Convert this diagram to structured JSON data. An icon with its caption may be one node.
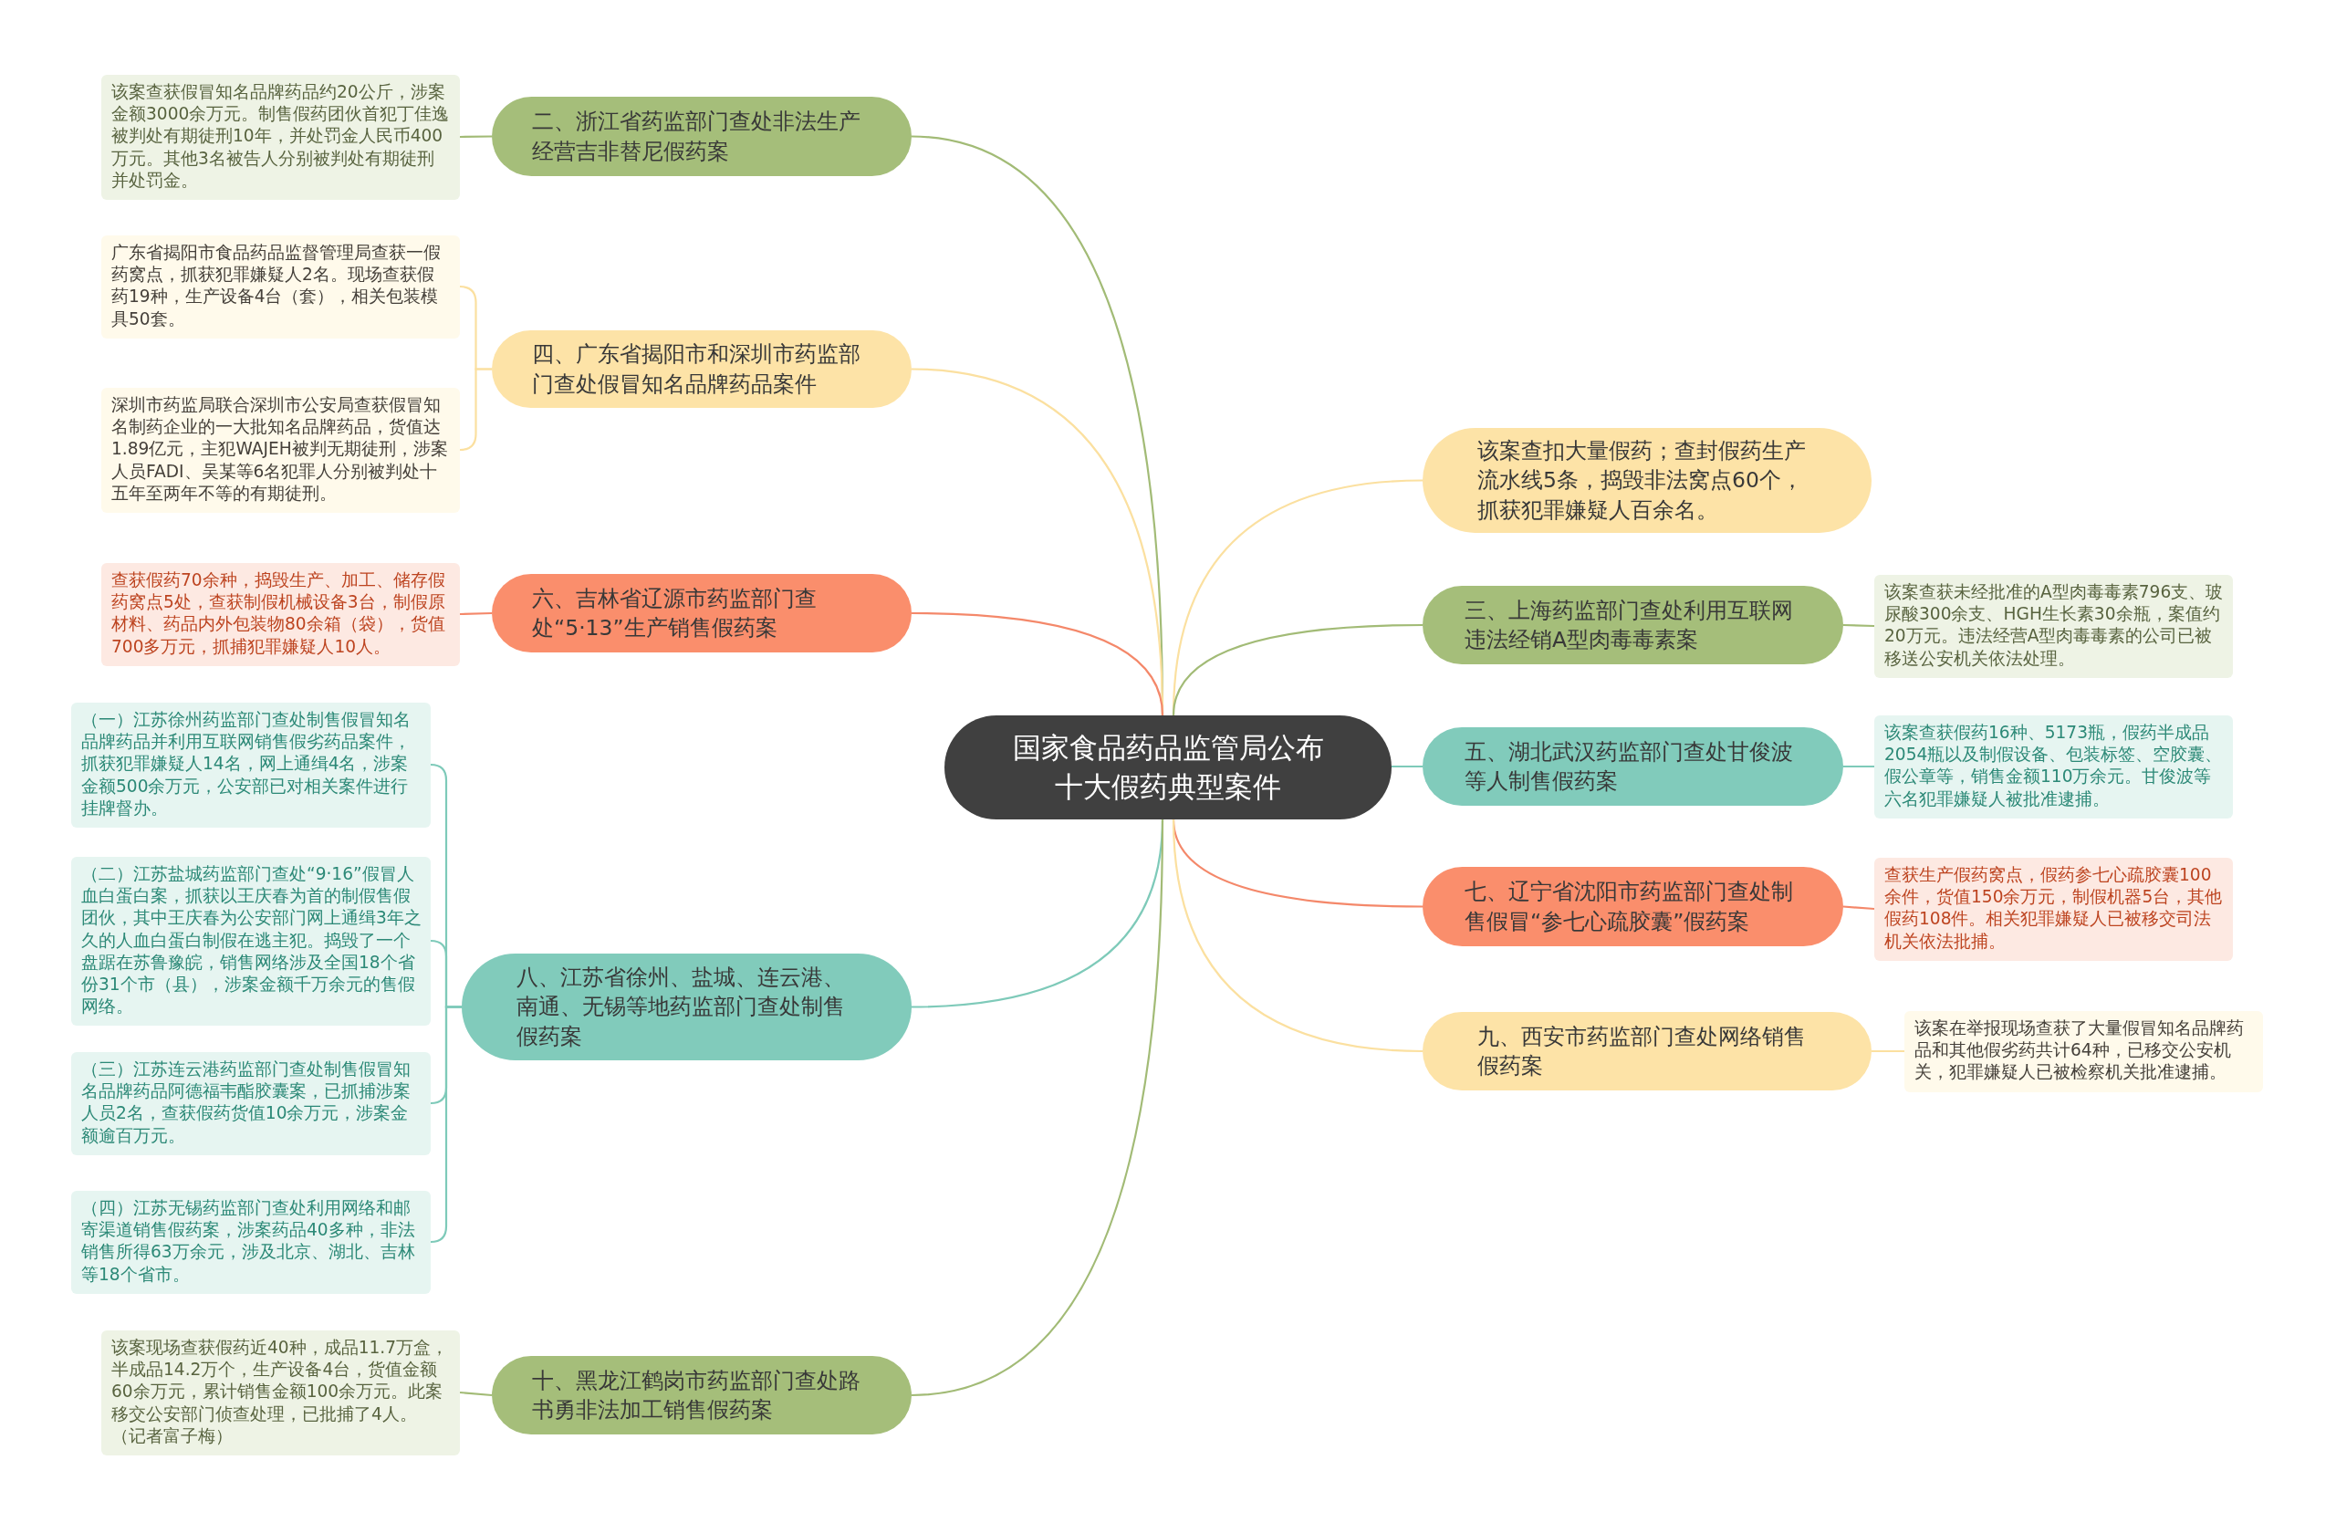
{
  "diagram": {
    "nodes": [
      {
        "text": [
          "国家食品药品监管局公布十大假药典型案件"
        ]
      },
      {
        "text": [
          "二、浙江省药监部门查处非法生产经营吉非替尼假药案"
        ]
      },
      {
        "text": [
          "该案查获假冒知名品牌药品约20公斤，涉案金额3000余万元。制售假药团伙首犯丁佳逸被判处有期徒刑10年，并处罚金人民币400万元。其他3名被告人分别被判处有期徒刑并处罚金。"
        ]
      },
      {
        "text": [
          "四、广东省揭阳市和深圳市药监部门查处假冒知名品牌药品案件"
        ]
      },
      {
        "text": [
          "广东省揭阳市食品药品监督管理局查获一假药窝点，抓获犯罪嫌疑人2名。现场查获假药19种，生产设备4台（套），相关包装模具50套。"
        ]
      },
      {
        "text": [
          "深圳市药监局联合深圳市公安局查获假冒知名制药企业的一大批知名品牌药品，货值达1.89亿元，主犯WAJEH被判无期徒刑，涉案人员FADI、吴某等6名犯罪人分别被判处十五年至两年不等的有期徒刑。"
        ]
      },
      {
        "text": [
          "六、吉林省辽源市药监部门查处“5·13”生产销售假药案"
        ]
      },
      {
        "text": [
          "查获假药70余种，捣毁生产、加工、储存假药窝点5处，查获制假机械设备3台，制假原材料、药品内外包装物80余箱（袋），货值700多万元，抓捕犯罪嫌疑人10人。"
        ]
      },
      {
        "text": [
          "八、江苏省徐州、盐城、连云港、南通、无锡等地药监部门查处制售假药案"
        ]
      },
      {
        "text": [
          "（一）江苏徐州药监部门查处制售假冒知名品牌药品并利用互联网销售假劣药品案件，抓获犯罪嫌疑人14名，网上通缉4名，涉案金额500余万元，公安部已对相关案件进行挂牌督办。"
        ]
      },
      {
        "text": [
          "（二）江苏盐城药监部门查处“9·16”假冒人血白蛋白案，抓获以王庆春为首的制假售假团伙，其中王庆春为公安部门网上通缉3年之久的人血白蛋白制假在逃主犯。捣毁了一个盘踞在苏鲁豫皖，销售网络涉及全国18个省份31个市（县），涉案金额千万余元的售假网络。"
        ]
      },
      {
        "text": [
          "（三）江苏连云港药监部门查处制售假冒知名品牌药品阿德福韦酯胶囊案，已抓捕涉案人员2名，查获假药货值10余万元，涉案金额逾百万元。"
        ]
      },
      {
        "text": [
          "（四）江苏无锡药监部门查处利用网络和邮寄渠道销售假药案，涉案药品40多种，非法销售所得63万余元，涉及北京、湖北、吉林等18个省市。"
        ]
      },
      {
        "text": [
          "十、黑龙江鹤岗市药监部门查处路书勇非法加工销售假药案"
        ]
      },
      {
        "text": [
          "该案现场查获假药近40种，成品11.7万盒，半成品14.2万个，生产设备4台，货值金额60余万元，累计销售金额100余万元。此案移交公安部门侦查处理，已批捕了4人。（记者富子梅）"
        ]
      },
      {
        "text": [
          "该案查扣大量假药；查封假药生产流水线5条，捣毁非法窝点60个，抓获犯罪嫌疑人百余名。"
        ]
      },
      {
        "text": [
          "三、上海药监部门查处利用互联网违法经销A型肉毒毒素案"
        ]
      },
      {
        "text": [
          "该案查获未经批准的A型肉毒毒素796支、玻尿酸300余支、HGH生长素30余瓶，案值约20万元。违法经营A型肉毒毒素的公司已被移送公安机关依法处理。"
        ]
      },
      {
        "text": [
          "五、湖北武汉药监部门查处甘俊波等人制售假药案"
        ]
      },
      {
        "text": [
          "该案查获假药16种、5173瓶，假药半成品2054瓶以及制假设备、包装标签、空胶囊、假公章等，销售金额110万余元。甘俊波等六名犯罪嫌疑人被批准逮捕。"
        ]
      },
      {
        "text": [
          "七、辽宁省沈阳市药监部门查处制售假冒“参七心疏胶囊”假药案"
        ]
      },
      {
        "text": [
          "查获生产假药窝点，假药参七心疏胶囊100余件，货值150余万元，制假机器5台，其他假药108件。相关犯罪嫌疑人已被移交司法机关依法批捕。"
        ]
      },
      {
        "text": [
          "九、西安市药监部门查处网络销售假药案"
        ]
      },
      {
        "text": [
          "该案在举报现场查获了大量假冒知名品牌药品和其他假劣药共计64种，已移交公安机关，犯罪嫌疑人已被检察机关批准逮捕。"
        ]
      }
    ],
    "edges": [
      {
        "from": 0,
        "to": 1,
        "arrow": "none",
        "color": "#a2bb76"
      },
      {
        "from": 1,
        "to": 2,
        "arrow": "none",
        "color": "#a2bb76"
      },
      {
        "from": 0,
        "to": 3,
        "arrow": "none",
        "color": "#fbe0a0"
      },
      {
        "from": 3,
        "to": 4,
        "arrow": "none",
        "color": "#fbe0a0"
      },
      {
        "from": 3,
        "to": 5,
        "arrow": "none",
        "color": "#fbe0a0"
      },
      {
        "from": 0,
        "to": 6,
        "arrow": "none",
        "color": "#f4886a"
      },
      {
        "from": 6,
        "to": 7,
        "arrow": "none",
        "color": "#f4886a"
      },
      {
        "from": 0,
        "to": 8,
        "arrow": "none",
        "color": "#7ecab9"
      },
      {
        "from": 8,
        "to": 9,
        "arrow": "none",
        "color": "#7ecab9"
      },
      {
        "from": 8,
        "to": 10,
        "arrow": "none",
        "color": "#7ecab9"
      },
      {
        "from": 8,
        "to": 11,
        "arrow": "none",
        "color": "#7ecab9"
      },
      {
        "from": 8,
        "to": 12,
        "arrow": "none",
        "color": "#7ecab9"
      },
      {
        "from": 0,
        "to": 13,
        "arrow": "none",
        "color": "#a2bb76"
      },
      {
        "from": 13,
        "to": 14,
        "arrow": "none",
        "color": "#a2bb76"
      },
      {
        "from": 0,
        "to": 15,
        "arrow": "none",
        "color": "#fbe0a0"
      },
      {
        "from": 0,
        "to": 16,
        "arrow": "none",
        "color": "#a2bb76"
      },
      {
        "from": 16,
        "to": 17,
        "arrow": "none",
        "color": "#a2bb76"
      },
      {
        "from": 0,
        "to": 18,
        "arrow": "none",
        "color": "#7ecab9"
      },
      {
        "from": 18,
        "to": 19,
        "arrow": "none",
        "color": "#7ecab9"
      },
      {
        "from": 0,
        "to": 20,
        "arrow": "none",
        "color": "#f4886a"
      },
      {
        "from": 20,
        "to": 21,
        "arrow": "none",
        "color": "#f4886a"
      },
      {
        "from": 0,
        "to": 22,
        "arrow": "none",
        "color": "#fbe0a0"
      },
      {
        "from": 22,
        "to": 23,
        "arrow": "none",
        "color": "#fbe0a0"
      }
    ]
  }
}
